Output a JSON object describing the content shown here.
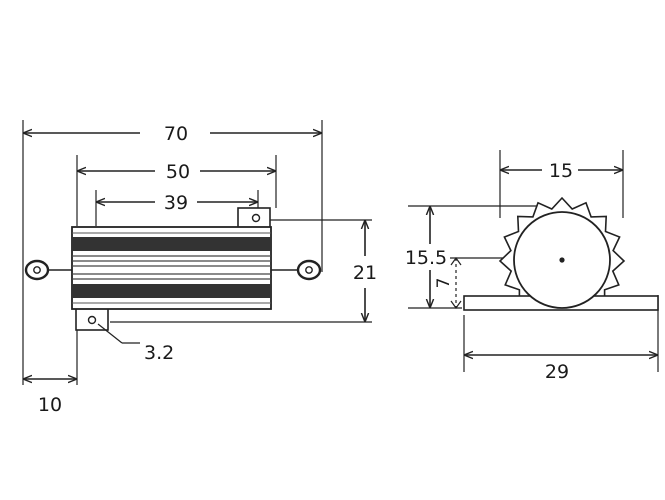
{
  "side_view": {
    "dim_overall_length": "70",
    "dim_mount_hole_spacing": "50",
    "dim_body_length": "39",
    "dim_height": "21",
    "dim_hole_diameter": "3.2",
    "dim_lead_offset": "10"
  },
  "end_view": {
    "dim_body_diameter": "15",
    "dim_total_height": "15.5",
    "dim_center_height": "7",
    "dim_base_width": "29"
  }
}
